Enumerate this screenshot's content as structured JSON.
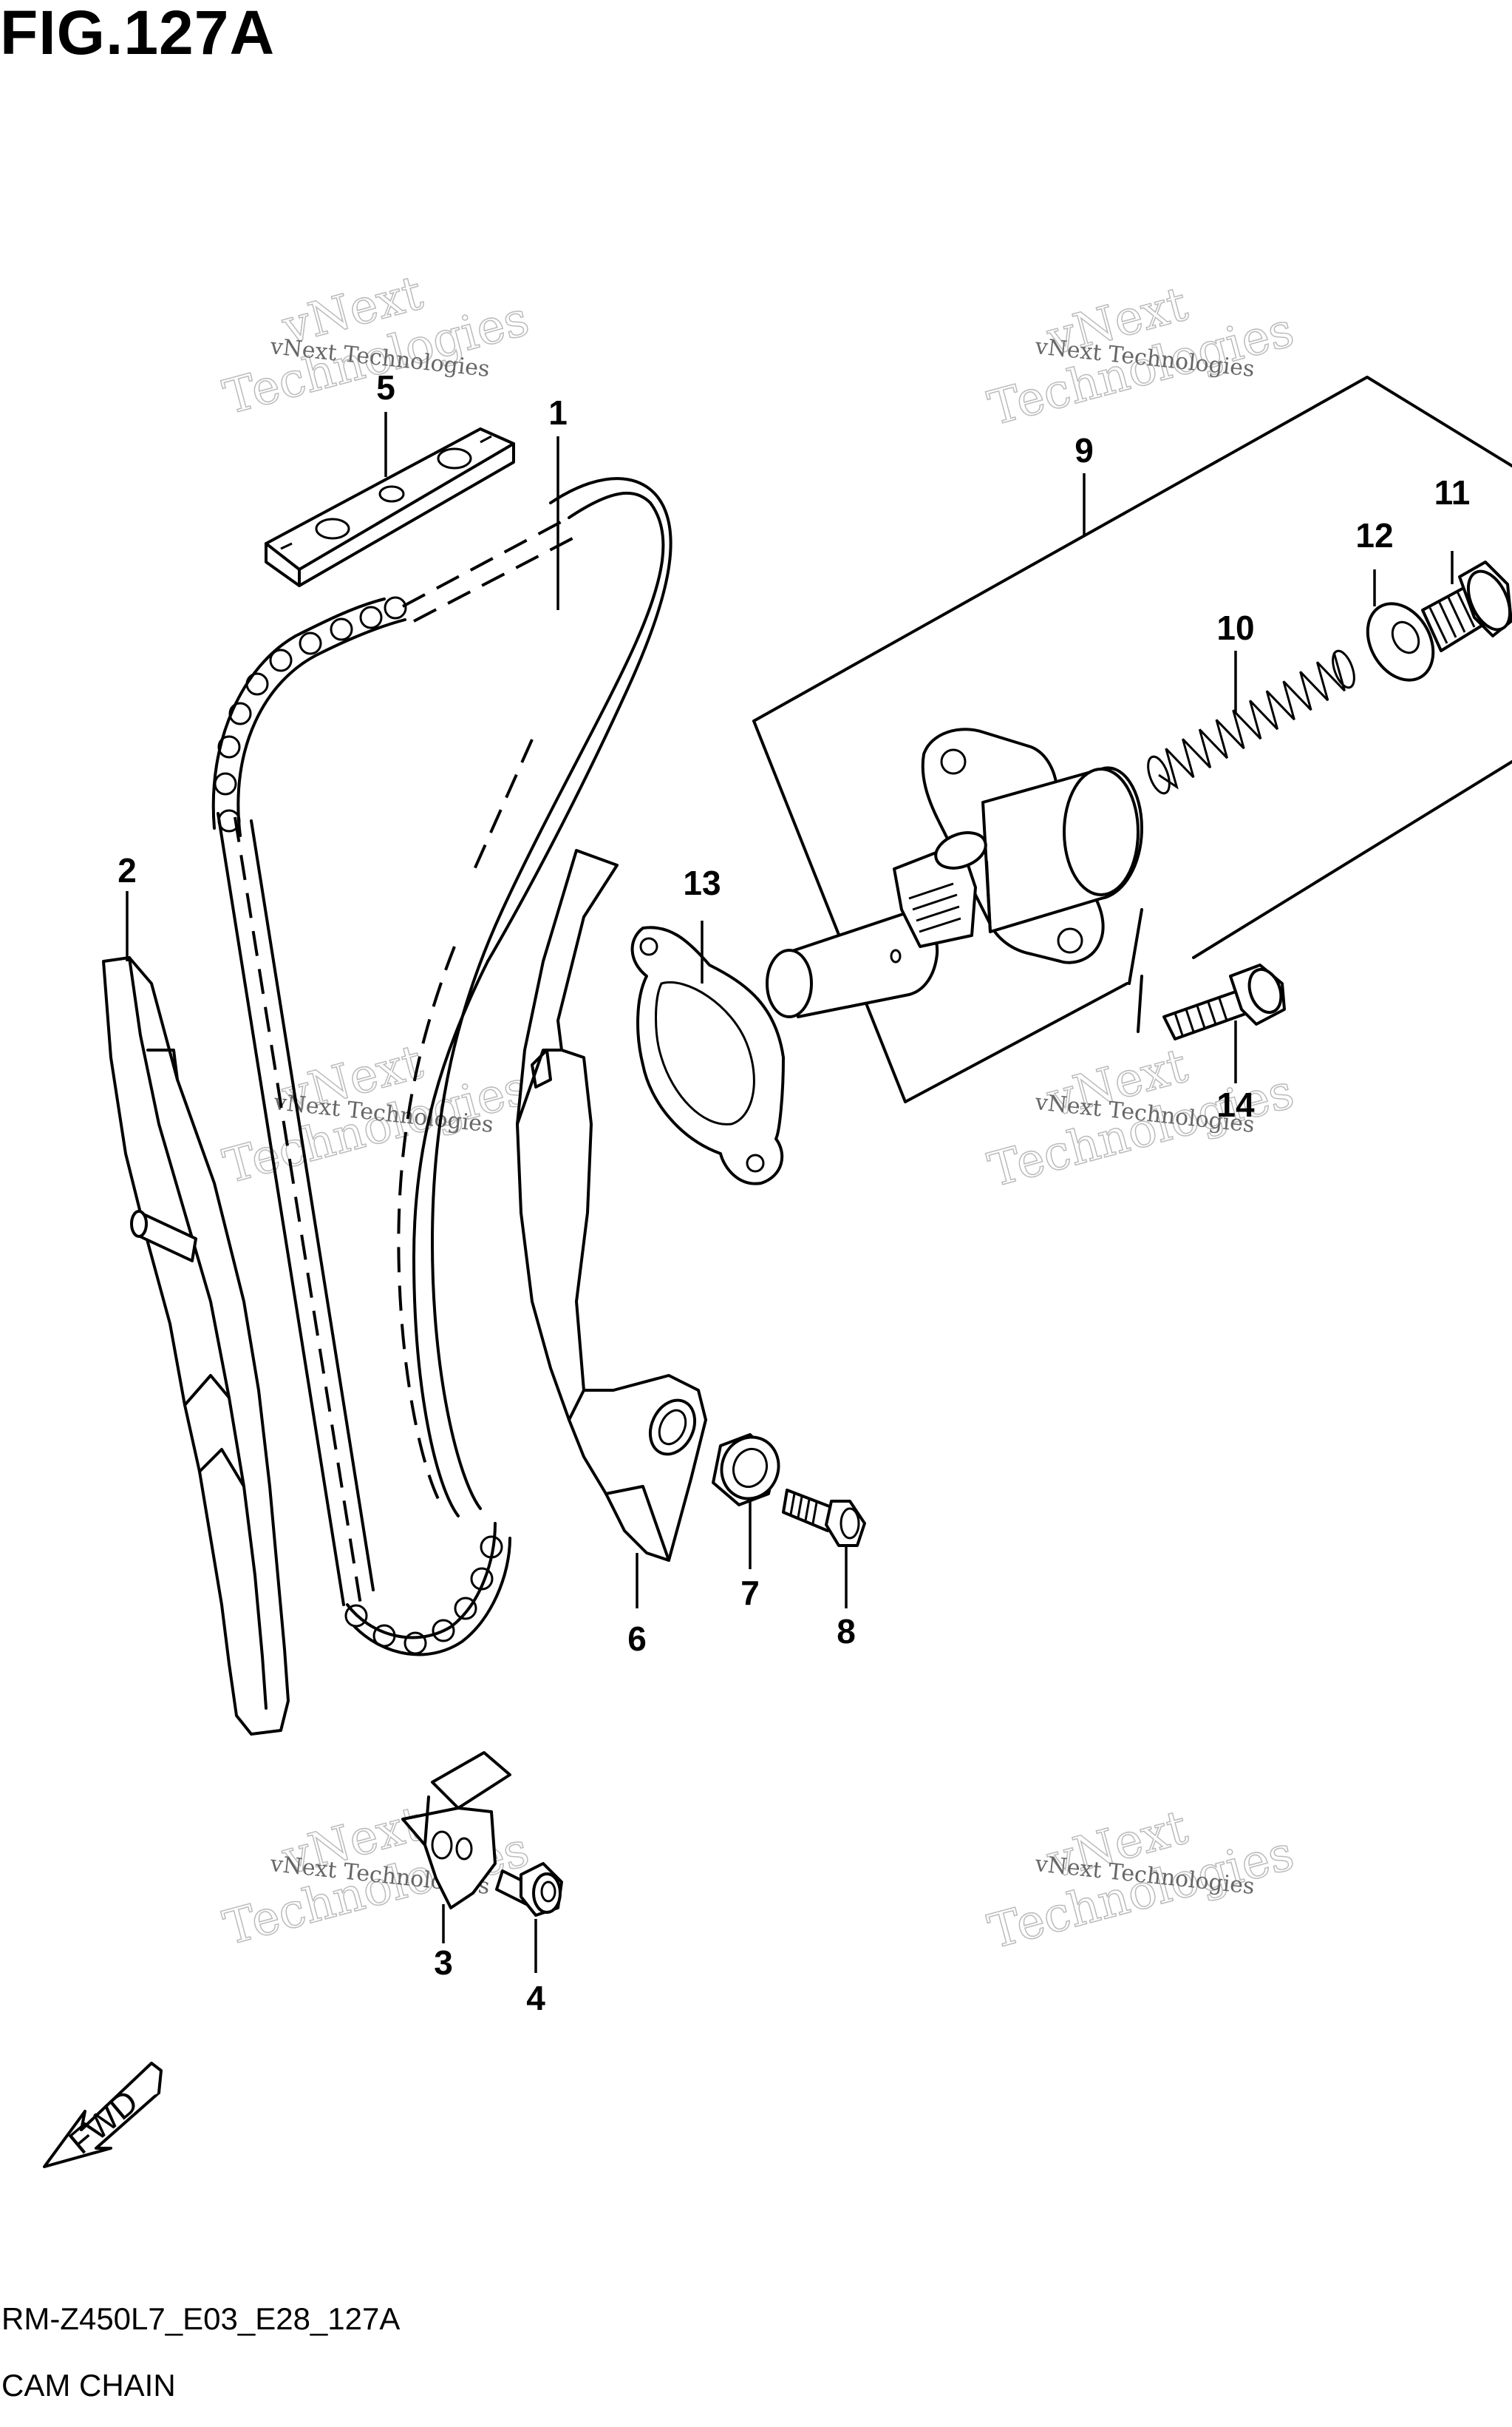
{
  "figure": {
    "title": "FIG.127A",
    "code": "RM-Z450L7_E03_E28_127A",
    "name": "CAM CHAIN"
  },
  "callouts": [
    "1",
    "2",
    "3",
    "4",
    "5",
    "6",
    "7",
    "8",
    "9",
    "10",
    "11",
    "12",
    "13",
    "14"
  ],
  "watermark": {
    "line1": "vNext Technologies",
    "line2": "vNext",
    "line3": "Technologies"
  },
  "fwd_label": "FWD"
}
